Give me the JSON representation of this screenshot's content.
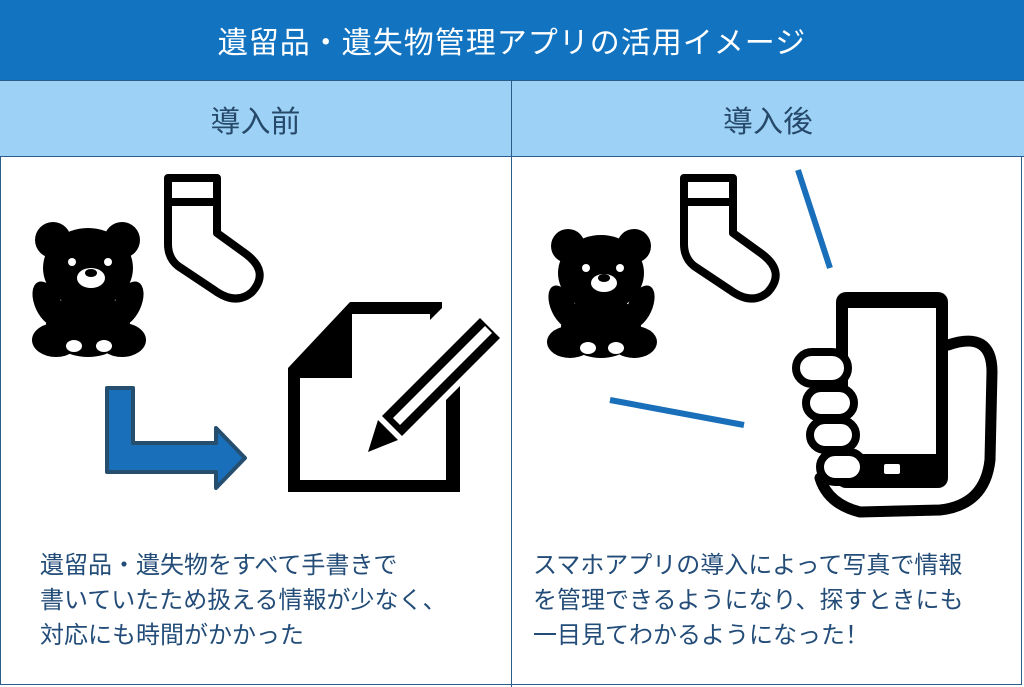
{
  "title": "遺留品・遺失物管理アプリの活用イメージ",
  "before": {
    "label": "導入前",
    "description": "遺留品・遺失物をすべて手書きで\n書いていたため扱える情報が少なく、\n対応にも時間がかかった"
  },
  "after": {
    "label": "導入後",
    "description": "スマホアプリの導入によって写真で情報\nを管理できるようになり、探すときにも\n一目見てわかるようになった！"
  },
  "icons": [
    "teddy-bear-icon",
    "sock-icon",
    "arrow-icon",
    "document-pencil-icon",
    "smartphone-hand-icon"
  ],
  "colors": {
    "title_bg": "#1273c1",
    "header_bg": "#9dd2f6",
    "text": "#234d78",
    "accent_blue": "#1a6fba"
  }
}
